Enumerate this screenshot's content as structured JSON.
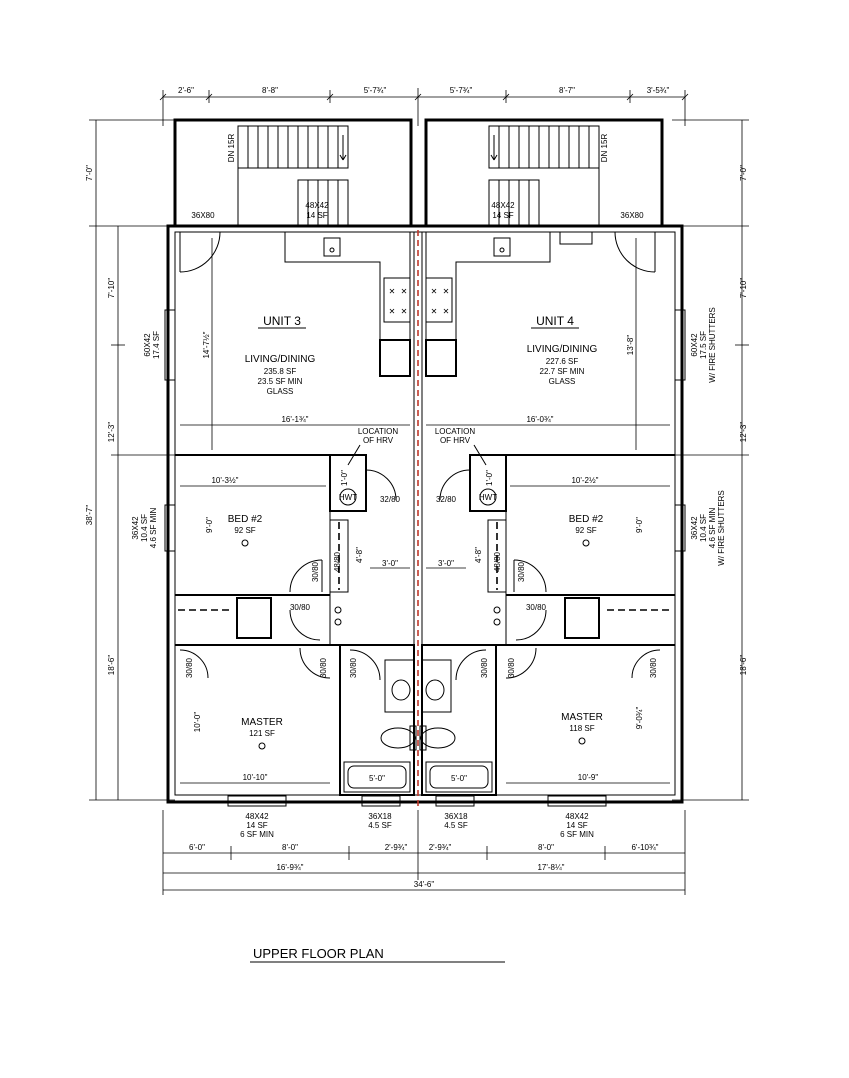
{
  "title": "UPPER FLOOR PLAN",
  "units": {
    "unit3": {
      "name": "UNIT 3",
      "living": {
        "name": "LIVING/DINING",
        "area": "235.8 SF",
        "glass": "23.5 SF MIN",
        "glass_label": "GLASS"
      },
      "bed": {
        "name": "BED #2",
        "area": "92 SF"
      },
      "master": {
        "name": "MASTER",
        "area": "121 SF"
      }
    },
    "unit4": {
      "name": "UNIT 4",
      "living": {
        "name": "LIVING/DINING",
        "area": "227.6 SF",
        "glass": "22.7 SF MIN",
        "glass_label": "GLASS"
      },
      "bed": {
        "name": "BED #2",
        "area": "92 SF"
      },
      "master": {
        "name": "MASTER",
        "area": "118 SF"
      }
    }
  },
  "notes": {
    "hrv_left_1": "LOCATION",
    "hrv_left_2": "OF HRV",
    "hrv_right_1": "LOCATION",
    "hrv_right_2": "OF HRV",
    "hwt_left": "HWT",
    "hwt_right": "HWT",
    "stair_left": "DN 15R",
    "stair_right": "DN 15R"
  },
  "dimensions": {
    "top": [
      "2'-6\"",
      "8'-8\"",
      "5'-7¾\"",
      "5'-7¾\"",
      "8'-7\"",
      "3'-5¾\""
    ],
    "left_stair": "7'-0\"",
    "right_stair": "7'-0\"",
    "left_living": "7'-10\"",
    "right_living": "7'-10\"",
    "left_mid": "12'-3\"",
    "right_mid": "12'-3\"",
    "left_overall": "38'-7\"",
    "left_lower": "18'-6\"",
    "right_lower": "18'-6\"",
    "living_depth_l": "14'-7½\"",
    "living_depth_r": "13'-8\"",
    "living_width_l": "16'-1¾\"",
    "living_width_r": "16'-0¾\"",
    "bed_width_l": "10'-3½\"",
    "bed_width_r": "10'-2½\"",
    "bed_depth_l": "9'-0\"",
    "bed_depth_r": "9'-0\"",
    "closet_l": "4'-8\"",
    "closet_r": "4'-8\"",
    "hall_l": "3'-0\"",
    "hall_r": "3'-0\"",
    "hrv_dim_l": "1'-0\"",
    "hrv_dim_r": "1'-0\"",
    "master_depth_l": "10'-0\"",
    "master_depth_r": "9'-0¾\"",
    "master_width_l": "10'-10\"",
    "master_width_r": "10'-9\"",
    "tub_l": "5'-0\"",
    "tub_r": "5'-0\"",
    "bottom_row1": [
      "6'-0\"",
      "8'-0\"",
      "2'-9¾\"",
      "2'-9¾\"",
      "8'-0\"",
      "6'-10¾\""
    ],
    "bottom_row2": [
      "16'-9¾\"",
      "17'-8¼\""
    ],
    "overall_width": "34'-6\""
  },
  "openings": {
    "door_entry_l": "36X80",
    "door_entry_r": "36X80",
    "win_stair_l": "48X42",
    "win_stair_l_area": "14 SF",
    "win_stair_r": "48X42",
    "win_stair_r_area": "14 SF",
    "win_living_l": "60X42",
    "win_living_l_area": "17.4 SF",
    "win_living_r": "60X42",
    "win_living_r_area": "17.5 SF",
    "win_living_r_note": "W/ FIRE SHUTTERS",
    "win_bed_l": "36X42",
    "win_bed_l_area": "10.4 SF",
    "win_bed_l_min": "4.6 SF MIN",
    "win_bed_r": "36X42",
    "win_bed_r_area": "10.4 SF",
    "win_bed_r_min": "4.6 SF MIN",
    "win_bed_r_note": "W/ FIRE SHUTTERS",
    "win_master_l": "48X42",
    "win_master_l_area": "14 SF",
    "win_master_l_min": "6 SF MIN",
    "win_master_r": "48X42",
    "win_master_r_area": "14 SF",
    "win_master_r_min": "6 SF MIN",
    "win_bath_l": "36X18",
    "win_bath_l_area": "4.5 SF",
    "win_bath_r": "36X18",
    "win_bath_r_area": "4.5 SF",
    "door_hwt_l": "32/80",
    "door_hwt_r": "32/80",
    "door_bed_l": "30/80",
    "door_bed_r": "30/80",
    "door_closet_l": "48/80",
    "door_closet_r": "48/80",
    "door_hall_l": "30/80",
    "door_hall_r": "30/80",
    "door_master_l": "30/80",
    "door_master_r": "30/80",
    "door_bath_l": "30/80",
    "door_bath_r": "30/80",
    "door_wic_l": "30/80",
    "door_wic_r": "30/80"
  }
}
